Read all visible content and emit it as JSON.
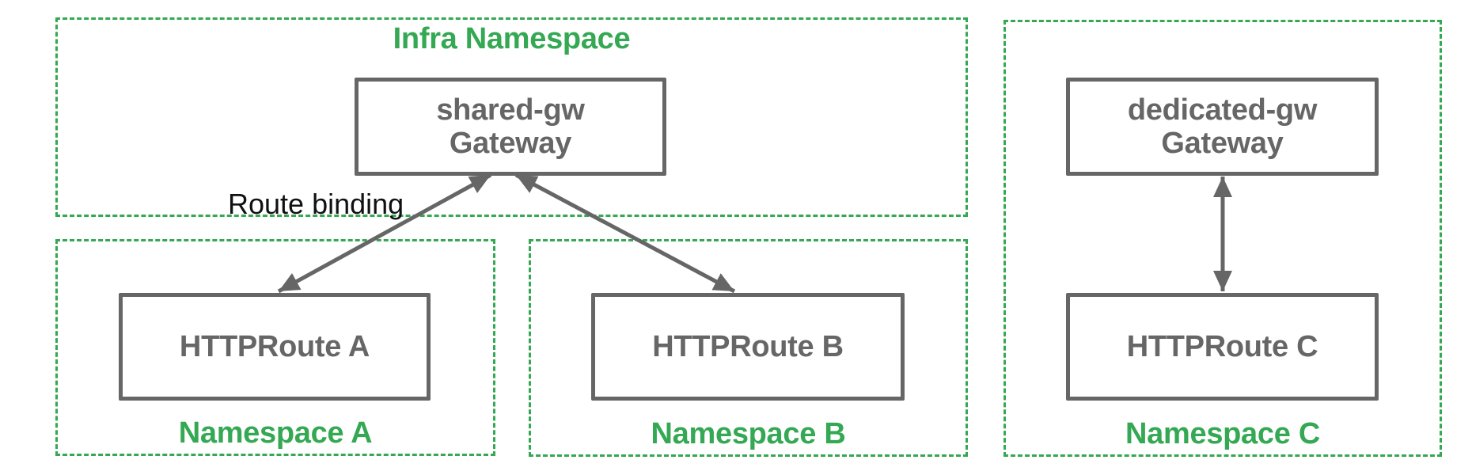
{
  "diagram": {
    "infra_namespace": {
      "label": "Infra Namespace"
    },
    "shared_gateway": {
      "name": "shared-gw",
      "type": "Gateway"
    },
    "dedicated_gateway": {
      "name": "dedicated-gw",
      "type": "Gateway"
    },
    "route_a": {
      "label": "HTTPRoute A"
    },
    "route_b": {
      "label": "HTTPRoute B"
    },
    "route_c": {
      "label": "HTTPRoute C"
    },
    "namespace_a": {
      "label": "Namespace A"
    },
    "namespace_b": {
      "label": "Namespace B"
    },
    "namespace_c": {
      "label": "Namespace C"
    },
    "annotation": {
      "route_binding": "Route binding"
    },
    "colors": {
      "namespace_green": "#34a853",
      "node_gray": "#666666",
      "annotation_text": "#111111",
      "background": "#ffffff"
    },
    "edges": [
      {
        "from": "HTTPRoute A",
        "to": "shared-gw Gateway",
        "arrows": "both",
        "meaning": "Route binding"
      },
      {
        "from": "HTTPRoute B",
        "to": "shared-gw Gateway",
        "arrows": "both",
        "meaning": "Route binding"
      },
      {
        "from": "HTTPRoute C",
        "to": "dedicated-gw Gateway",
        "arrows": "both",
        "meaning": "Route binding"
      }
    ]
  }
}
